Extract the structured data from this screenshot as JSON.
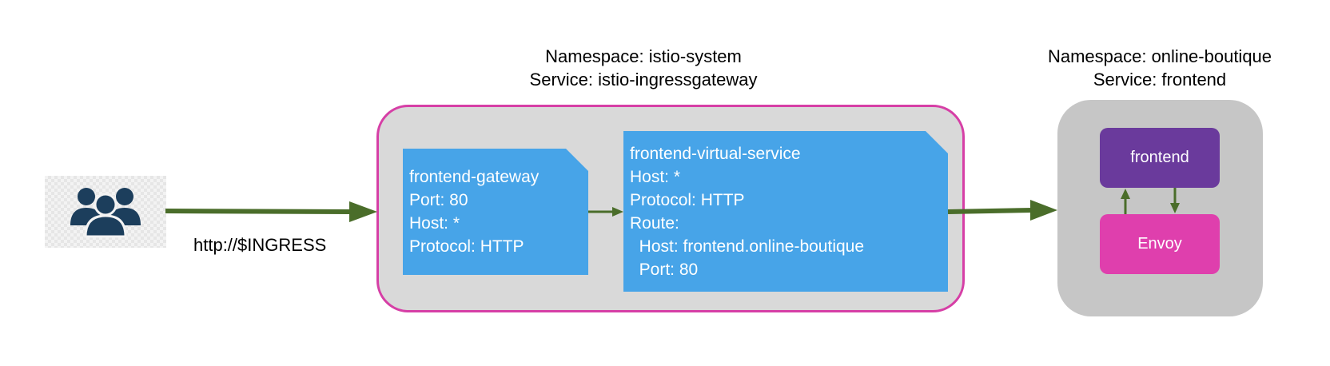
{
  "istio_namespace": {
    "namespace": "Namespace: istio-system",
    "service": "Service: istio-ingressgateway"
  },
  "boutique_namespace": {
    "namespace": "Namespace: online-boutique",
    "service": "Service: frontend"
  },
  "client": {
    "icon": "users-icon",
    "url": "http://$INGRESS"
  },
  "gateway": {
    "name": "frontend-gateway",
    "port": "Port: 80",
    "host": "Host: *",
    "protocol": "Protocol: HTTP"
  },
  "virtual_service": {
    "name": "frontend-virtual-service",
    "host": "Host: *",
    "protocol": "Protocol: HTTP",
    "route": "Route:",
    "route_host": "  Host: frontend.online-boutique",
    "route_port": "  Port: 80"
  },
  "pod": {
    "app": "frontend",
    "sidecar": "Envoy"
  },
  "colors": {
    "arrow": "#4a6d2a",
    "istio_border": "#d63fa6",
    "card": "#47a4e8",
    "frontend": "#6a3a9c",
    "envoy": "#df3fad"
  }
}
